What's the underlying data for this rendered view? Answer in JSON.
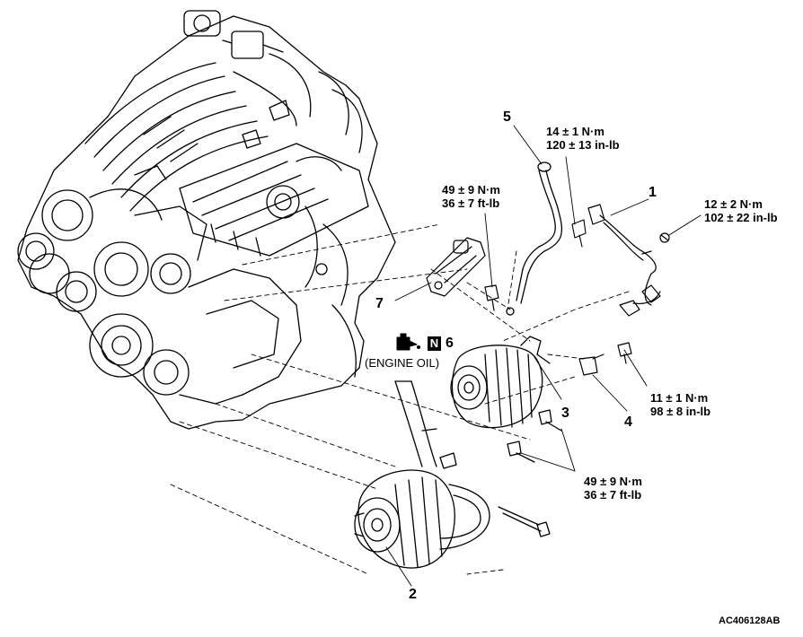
{
  "callouts": {
    "c1": "1",
    "c2": "2",
    "c3": "3",
    "c4": "4",
    "c5": "5",
    "c6": "6",
    "c7": "7"
  },
  "torques": {
    "t_top": [
      "14 ± 1 N·m",
      "120 ± 13 in-lb"
    ],
    "t_right": [
      "12 ± 2 N·m",
      "102 ± 22 in-lb"
    ],
    "t_left": [
      "49 ± 9 N·m",
      "36 ± 7 ft-lb"
    ],
    "t_bracket": [
      "11 ± 1 N·m",
      "98 ± 8 in-lb"
    ],
    "t_bottom": [
      "49 ± 9 N·m",
      "36 ± 7 ft-lb"
    ]
  },
  "oil_symbol": {
    "n_mark": "N",
    "label": "(ENGINE OIL)"
  },
  "figure_code": "AC406128AB",
  "icons": [
    "oil-can-icon"
  ]
}
